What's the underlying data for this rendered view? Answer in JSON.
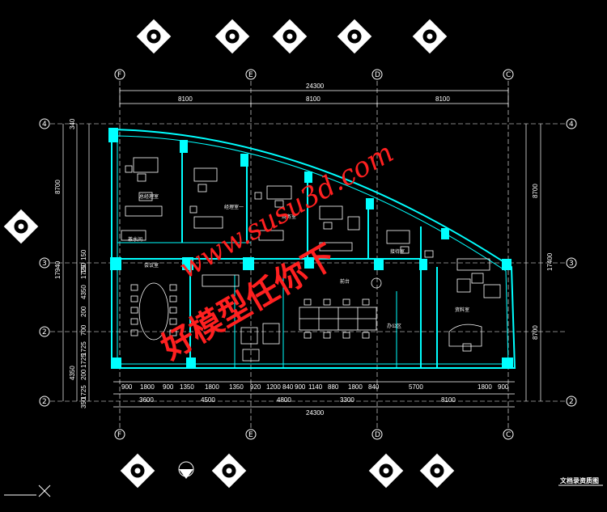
{
  "drawing": {
    "title": "文档录资质图",
    "colors": {
      "background": "#000000",
      "wall": "#00ffff",
      "column": "#00ffff",
      "furniture": "#ffffff",
      "dimension": "#ffffff",
      "watermark": "#ff2020"
    },
    "top_dims": {
      "total": "24300",
      "segments": [
        "8100",
        "8100",
        "8100"
      ]
    },
    "bottom_dims": {
      "row1": [
        "900",
        "1800",
        "900",
        "1350",
        "1800",
        "1350",
        "920",
        "1200",
        "840",
        "900",
        "1140",
        "880",
        "1800",
        "840",
        "5700",
        "1800",
        "900"
      ],
      "row2": [
        "3600",
        "4500",
        "4800",
        "3300",
        "8100"
      ],
      "total": "24300"
    },
    "left_dims": {
      "outer": [
        "8700",
        "17940"
      ],
      "inner": [
        "340",
        "150",
        "4350",
        "1725",
        "200",
        "1725",
        "700",
        "1725",
        "200",
        "1725",
        "4350",
        "150",
        "350"
      ]
    },
    "right_dims": {
      "outer": [
        "8700",
        "17400",
        "8700"
      ]
    },
    "grid_labels": {
      "top": [
        "F",
        "E",
        "D",
        "C"
      ],
      "bottom": [
        "F",
        "E",
        "D",
        "C"
      ],
      "left": [
        "4",
        "3",
        "2",
        "2"
      ],
      "right": [
        "4",
        "3",
        "2"
      ]
    },
    "rooms": [
      "总经理室",
      "经理室一",
      "财务室",
      "接待室",
      "会议室",
      "办公区",
      "前台",
      "茶水间",
      "资料室"
    ],
    "watermark": {
      "url": "www.susu3d.com",
      "cn": "好模型任你下"
    }
  }
}
